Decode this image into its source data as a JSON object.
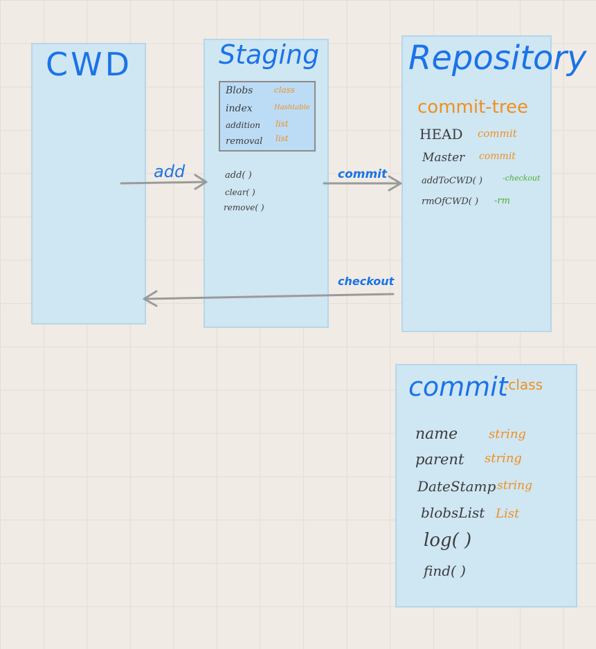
{
  "cwd": {
    "title": "CWD"
  },
  "staging": {
    "title": "Staging",
    "fields": [
      {
        "name": "Blobs",
        "type": "class"
      },
      {
        "name": "index",
        "type": "Hashtable"
      },
      {
        "name": "addition",
        "type": "list"
      },
      {
        "name": "removal",
        "type": "list"
      }
    ],
    "methods": [
      "add( )",
      "clear( )",
      "remove( )"
    ]
  },
  "repository": {
    "title": "Repository",
    "tree_label": "commit-tree",
    "fields": [
      {
        "name": "HEAD",
        "type": "commit"
      },
      {
        "name": "Master",
        "type": "commit"
      }
    ],
    "methods": [
      {
        "name": "addToCWD( )",
        "note": "-checkout"
      },
      {
        "name": "rmOfCWD( )",
        "note": "-rm"
      }
    ]
  },
  "commit_class": {
    "title": "commit",
    "suffix": ".class",
    "fields": [
      {
        "name": "name",
        "type": "string"
      },
      {
        "name": "parent",
        "type": "string"
      },
      {
        "name": "DateStamp",
        "type": "string"
      },
      {
        "name": "blobsList",
        "type": "List"
      }
    ],
    "methods": [
      "log( )",
      "find( )"
    ]
  },
  "arrows": {
    "add": "add",
    "commit": "commit",
    "checkout": "checkout"
  },
  "colors": {
    "panel": "#cfe6f3",
    "title_blue": "#1a73e8",
    "type_orange": "#f08f1e",
    "note_green": "#4caf32",
    "arrow_gray": "#9a9a9a"
  }
}
